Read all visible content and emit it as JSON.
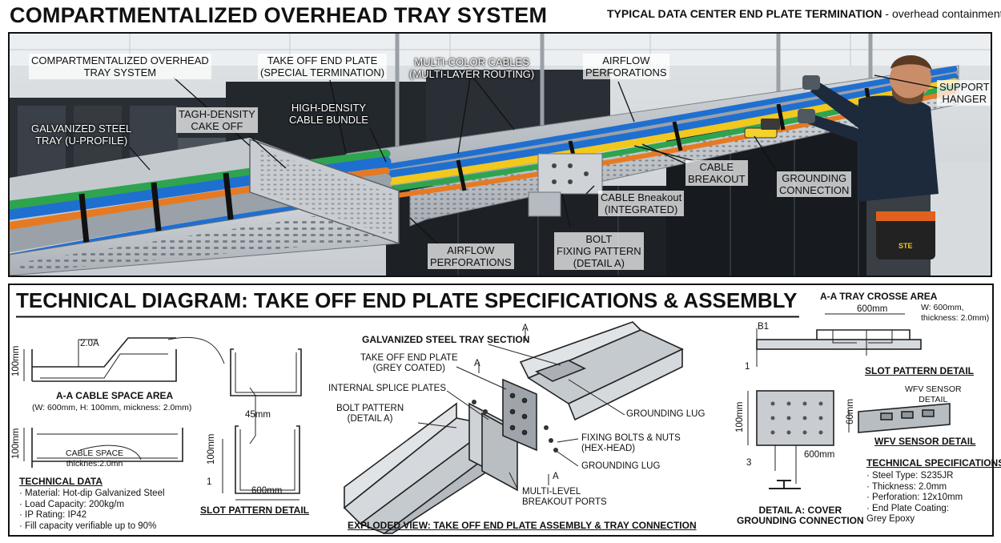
{
  "header": {
    "title": "COMPARTMENTALIZED OVERHEAD TRAY SYSTEM",
    "subtitle_bold": "TYPICAL DATA CENTER END PLATE TERMINATION",
    "subtitle_rest": " - overhead containment"
  },
  "photo_labels": {
    "system": "COMPARTMENTALIZED OVERHEAD\nTRAY SYSTEM",
    "take_off": "TAKE OFF END PLATE\n(SPECIAL TERMINATION)",
    "multi_color": "MULTI-COLOR CABLES\n(MULTI-LAYER ROUTING)",
    "airflow_top": "AIRFLOW\nPERFORATIONS",
    "support": "SUPPORT\nHANGER",
    "tagh": "TAGH-DENSITY\nCAKE OFF",
    "high_density": "HIGH-DENSITY\nCABLE BUNDLE",
    "galvanized": "GALVANIZED STEEL\nTRAY (U-PROFILE)",
    "cable_breakout": "CABLE\nBREAKOUT",
    "grounding": "GROUNDING\nCONNECTION",
    "integrated": "CABLE Bneakout\n(INTEGRATED)",
    "bolt": "BOLT\nFIXING PATTERN\n(DETAIL A)",
    "airflow_bottom": "AIRFLOW\nPERFORATIONS",
    "pouch_brand": "STE"
  },
  "tech": {
    "title": "TECHNICAL DIAGRAM: TAKE OFF END PLATE SPECIFICATIONS & ASSEMBLY",
    "left": {
      "dim_2a": "2.0A",
      "dim_100_a": "100mm",
      "section_title": "A-A CABLE SPACE AREA",
      "section_sub": "(W: 600mm, H: 100mm, mickness: 2.0mm)",
      "dim_100_b": "100mm",
      "cable_space": "CABLE SPACE\nthicknes:2.0mn",
      "dim_45": "45mm",
      "dim_100_c": "100mm",
      "dim_1": "1",
      "dim_600": "600mm",
      "slot_detail": "SLOT PATTERN DETAIL",
      "data_title": "TECHNICAL DATA",
      "data_items": [
        "Material: Hot-dip Galvanized Steel",
        "Load Capacity: 200kg/m",
        "IP Rating: IP42",
        "Fill capacity verifiable up to 90%"
      ]
    },
    "middle": {
      "a_top": "A",
      "a_left": "A",
      "a_bottom": "A",
      "galv_section": "GALVANIZED STEEL TRAY SECTION",
      "take_off_plate": "TAKE OFF END PLATE\n(GREY COATED)",
      "splice": "INTERNAL SPLICE PLATES",
      "bolt_pattern": "BOLT PATTERN\n(DETAIL A)",
      "grounding_lug_top": "GROUNDING LUG",
      "fixing_bolts": "FIXING BOLTS & NUTS\n(HEX-HEAD)",
      "grounding_lug_bottom": "GROUNDING LUG",
      "multi_level": "MULTI-LEVEL\nBREAKOUT PORTS",
      "caption": "EXPLODED VIEW: TAKE OFF END PLATE ASSEMBLY & TRAY CONNECTION"
    },
    "right": {
      "aa_title": "A-A TRAY CROSSE AREA",
      "dim_600_top": "600mm",
      "w_note": "W: 600mm,\nthickness: 2.0mm)",
      "b1": "B1",
      "dim_1": "1",
      "slot_detail": "SLOT PATTERN DETAIL",
      "dim_100": "100mm",
      "dim_3": "3",
      "dim_600_b": "600mm",
      "wfv_label": "WFV SENSOR\nDETAIL",
      "dim_60": "60mm",
      "wfv_title": "WFV SENSOR DETAIL",
      "detail_a": "DETAIL A: COVER\nGROUNDING CONNECTION",
      "specs_title": "TECHNICAL SPECIFICATIONS",
      "spec_items": [
        "Steel Type: S235JR",
        "Thickness: 2.0mm",
        "Perforation: 12x10mm",
        "End Plate Coating:\n   Grey Epoxy"
      ]
    }
  },
  "colors": {
    "frame": "#111111",
    "tray_steel": "#b9bec3",
    "cable_blue": "#1f6fd1",
    "cable_yellow": "#f2c81c",
    "cable_grey": "#9aa1a8",
    "cable_green": "#2ea44f",
    "cable_orange": "#e67a22",
    "rack": "#1d2126"
  }
}
